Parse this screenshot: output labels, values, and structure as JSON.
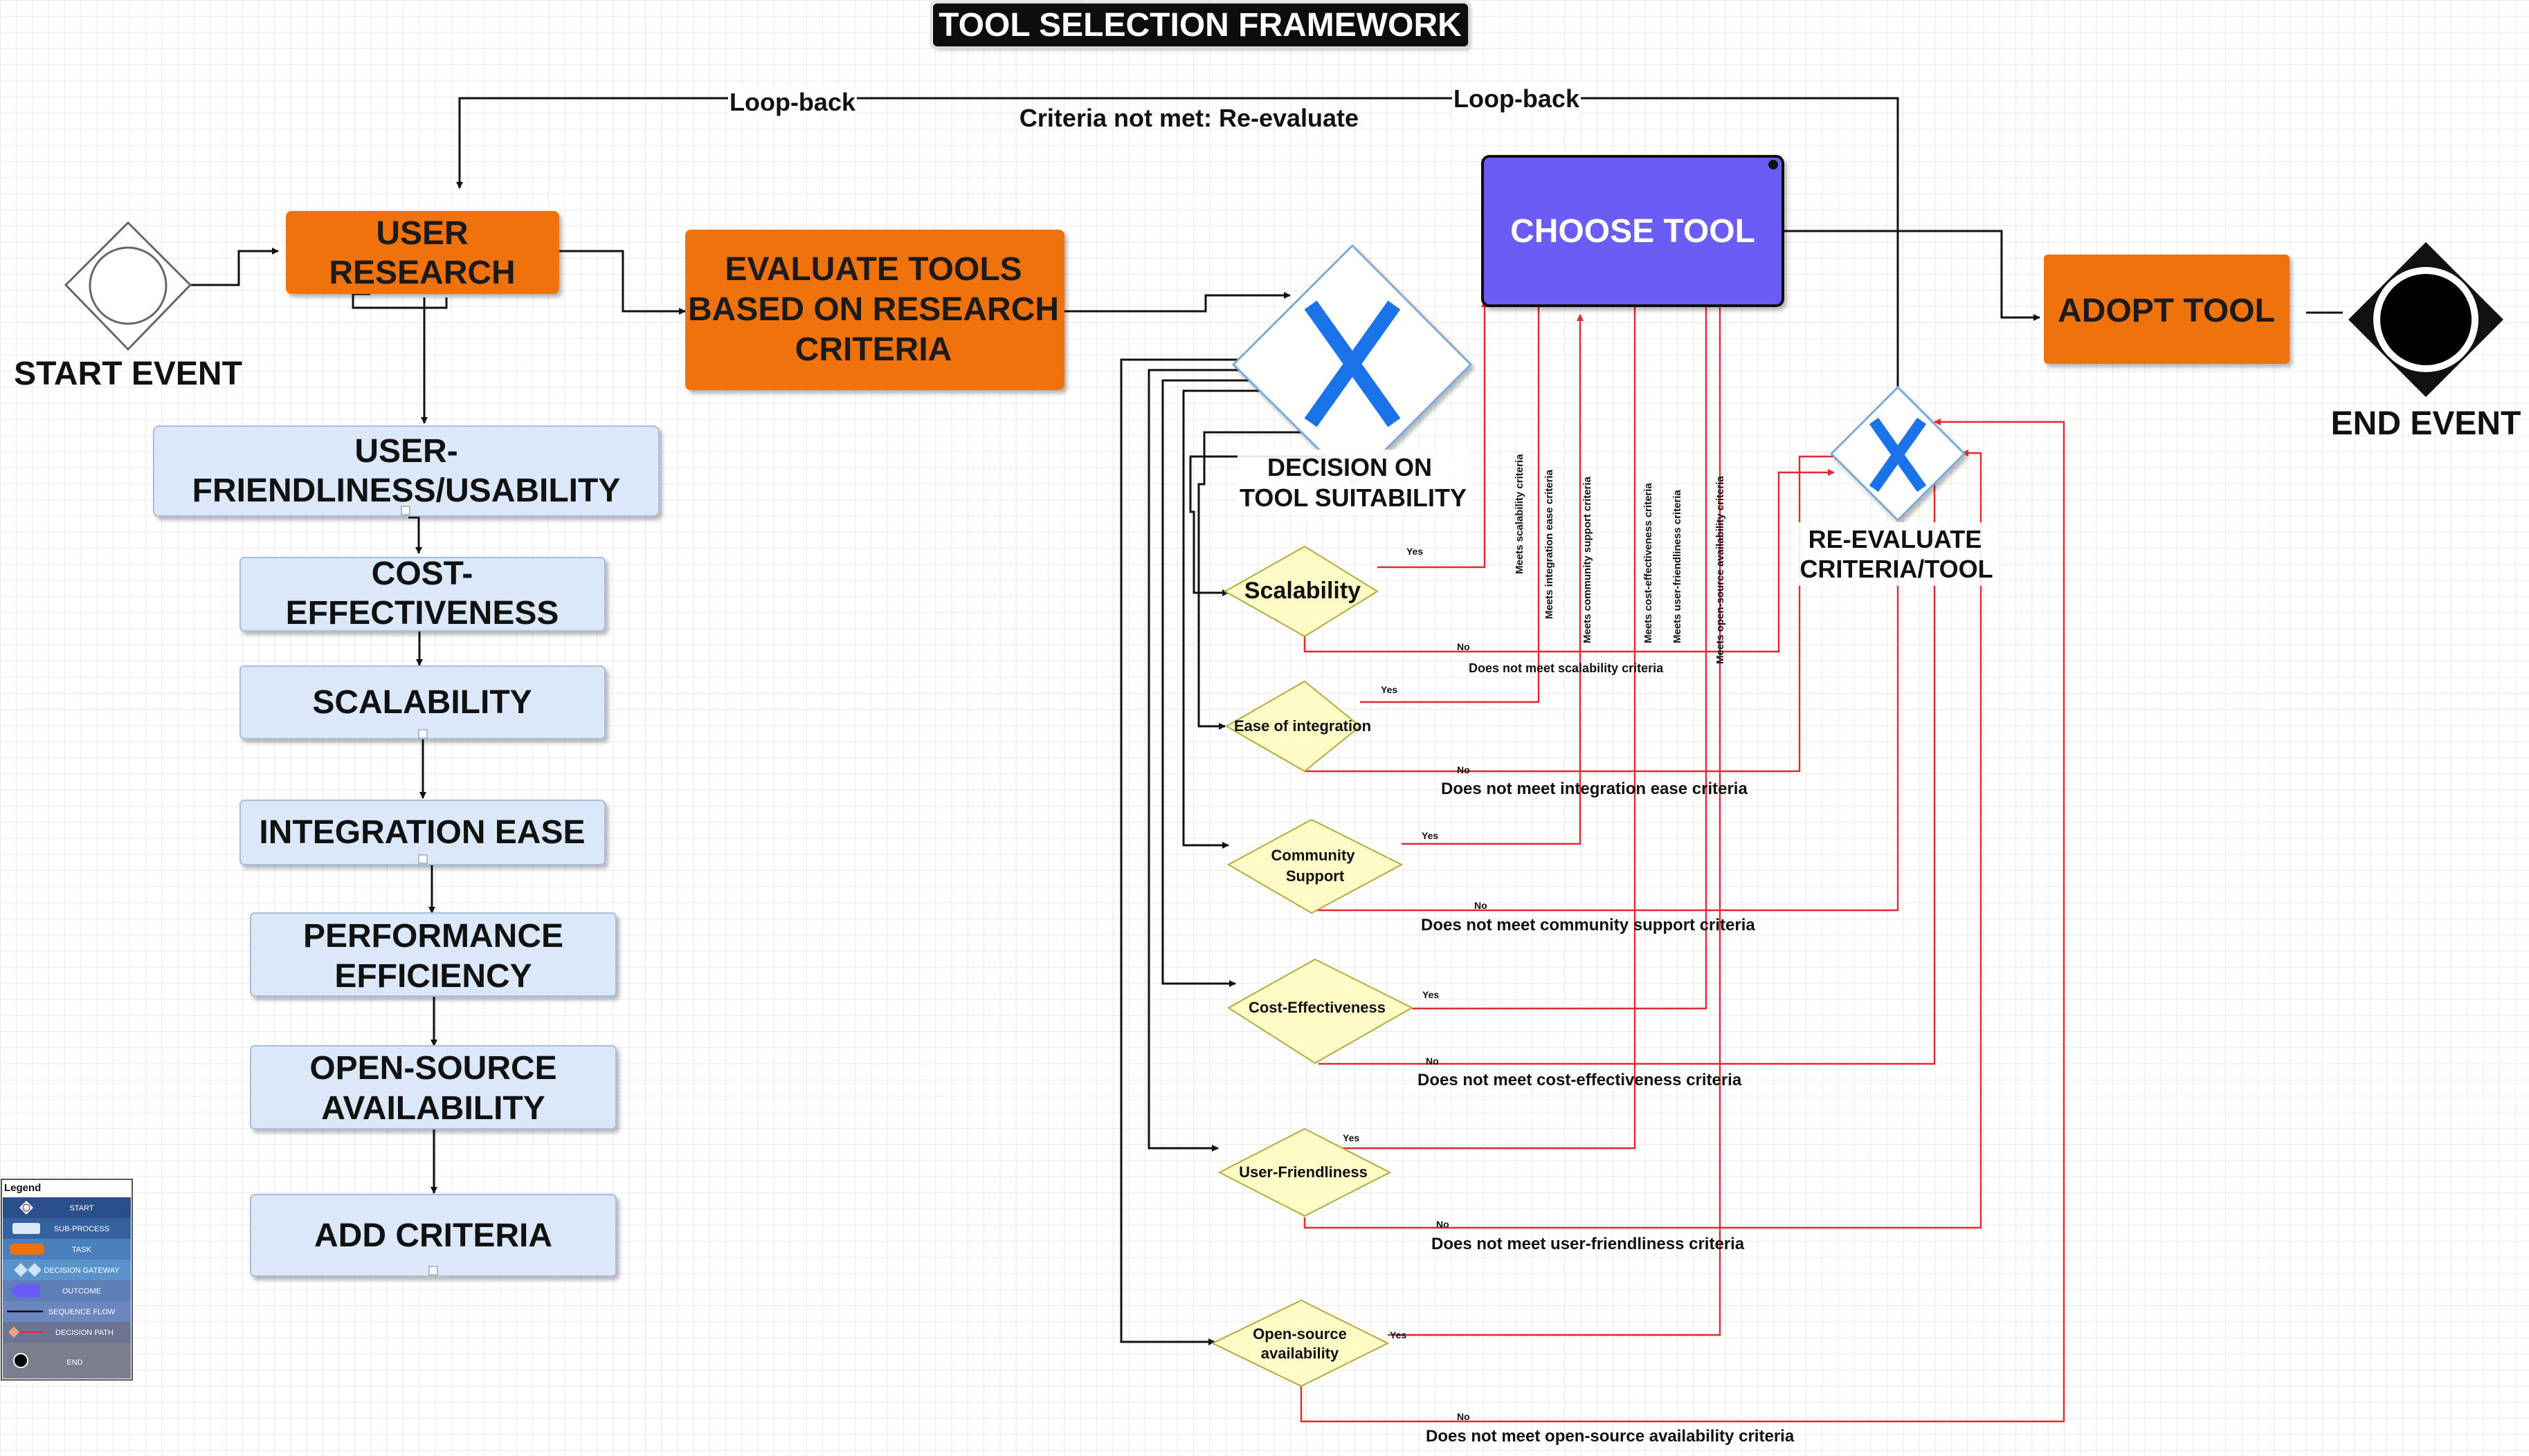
{
  "title": "TOOL SELECTION FRAMEWORK",
  "loop_labels": [
    "Loop-back",
    "Loop-back"
  ],
  "criteria_not_met": "Criteria not met: Re-evaluate",
  "start_event": "START EVENT",
  "end_event": "END EVENT",
  "tasks": {
    "user_research": [
      "USER",
      "RESEARCH"
    ],
    "evaluate": [
      "EVALUATE TOOLS",
      "BASED ON RESEARCH",
      "CRITERIA"
    ],
    "choose": "CHOOSE TOOL",
    "adopt": "ADOPT TOOL"
  },
  "subprocesses": [
    [
      "USER-",
      "FRIENDLINESS/USABILITY"
    ],
    [
      "COST-",
      "EFFECTIVENESS"
    ],
    [
      "SCALABILITY"
    ],
    [
      "INTEGRATION EASE"
    ],
    [
      "PERFORMANCE",
      "EFFICIENCY"
    ],
    [
      "OPEN-SOURCE",
      "AVAILABILITY"
    ],
    [
      "ADD CRITERIA"
    ]
  ],
  "gateway_decision": [
    "DECISION ON",
    "TOOL SUITABILITY"
  ],
  "gateway_reevaluate": [
    "RE-EVALUATE",
    "CRITERIA/TOOL"
  ],
  "yes_label": "Yes",
  "no_label": "No",
  "decisions": [
    {
      "label": [
        "Scalability"
      ],
      "fail": "Does not meet scalability criteria",
      "meets": "Meets scalability criteria"
    },
    {
      "label": [
        "Ease of integration"
      ],
      "fail": "Does not meet integration ease criteria",
      "meets": "Meets integration ease criteria"
    },
    {
      "label": [
        "Community",
        "Support"
      ],
      "fail": "Does not meet community support criteria",
      "meets": "Meets community support criteria"
    },
    {
      "label": [
        "Cost-Effectiveness"
      ],
      "fail": "Does not meet cost-effectiveness criteria",
      "meets": "Meets cost-effectiveness criteria"
    },
    {
      "label": [
        "User-Friendliness"
      ],
      "fail": "Does not meet user-friendliness criteria",
      "meets": "Meets user-friendliness criteria"
    },
    {
      "label": [
        "Open-source",
        "availability"
      ],
      "fail": "Does not meet open-source availability criteria",
      "meets": "Meets open-source availability criteria"
    }
  ],
  "legend": {
    "title": "Legend",
    "items": [
      "START",
      "SUB-PROCESS",
      "TASK",
      "DECISION GATEWAY",
      "OUTCOME",
      "SEQUENCE FLOW",
      "DECISION PATH",
      "END"
    ]
  },
  "colors": {
    "task": "#ef7209",
    "choose": "#6a5cf5",
    "subprocess": "#dbe8fa",
    "decision": "#fffbc6",
    "gateway_x": "#1a73e8",
    "decision_path": "#e8262f",
    "flow": "#111111",
    "legend_bg": "#2b4f8a"
  }
}
